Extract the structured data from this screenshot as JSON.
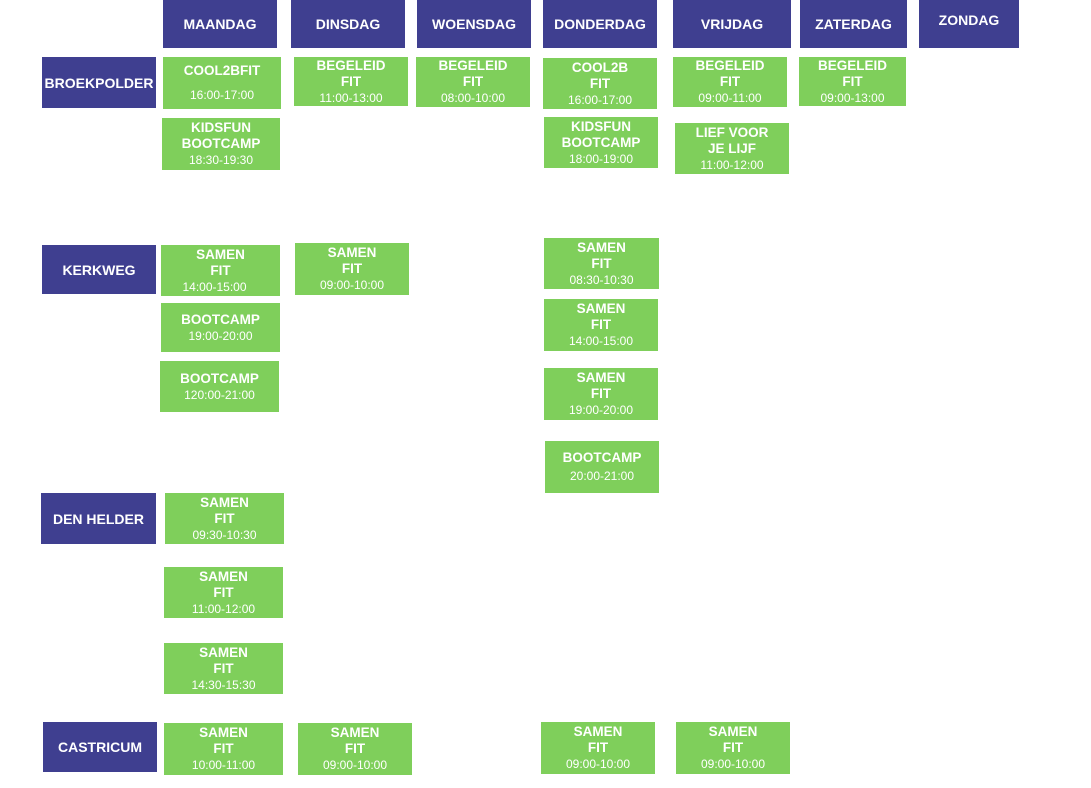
{
  "days": [
    "MAANDAG",
    "DINSDAG",
    "WOENSDAG",
    "DONDERDAG",
    "VRIJDAG",
    "ZATERDAG",
    "ZONDAG"
  ],
  "locations": [
    "BROEKPOLDER",
    "KERKWEG",
    "DEN HELDER",
    "CASTRICUM"
  ],
  "classes": [
    {
      "title": [
        "COOL2BFIT"
      ],
      "time": "16:00-17:00"
    },
    {
      "title": [
        "KIDSFUN",
        "BOOTCAMP"
      ],
      "time": "18:30-19:30"
    },
    {
      "title": [
        "BEGELEID",
        "FIT"
      ],
      "time": "11:00-13:00"
    },
    {
      "title": [
        "BEGELEID",
        "FIT"
      ],
      "time": "08:00-10:00"
    },
    {
      "title": [
        "COOL2B",
        "FIT"
      ],
      "time": "16:00-17:00"
    },
    {
      "title": [
        "KIDSFUN",
        "BOOTCAMP"
      ],
      "time": "18:00-19:00"
    },
    {
      "title": [
        "BEGELEID",
        "FIT"
      ],
      "time": "09:00-11:00"
    },
    {
      "title": [
        "LIEF VOOR",
        "JE LIJF"
      ],
      "time": "11:00-12:00"
    },
    {
      "title": [
        "BEGELEID",
        "FIT"
      ],
      "time": "09:00-13:00"
    },
    {
      "title": [
        "SAMEN",
        "FIT"
      ],
      "time": "14:00-15:00"
    },
    {
      "title": [
        "BOOTCAMP"
      ],
      "time": "19:00-20:00"
    },
    {
      "title": [
        "BOOTCAMP"
      ],
      "time": "120:00-21:00"
    },
    {
      "title": [
        "SAMEN",
        "FIT"
      ],
      "time": "09:00-10:00"
    },
    {
      "title": [
        "SAMEN",
        "FIT"
      ],
      "time": "08:30-10:30"
    },
    {
      "title": [
        "SAMEN",
        "FIT"
      ],
      "time": "14:00-15:00"
    },
    {
      "title": [
        "SAMEN",
        "FIT"
      ],
      "time": "19:00-20:00"
    },
    {
      "title": [
        "BOOTCAMP"
      ],
      "time": "20:00-21:00"
    },
    {
      "title": [
        "SAMEN",
        "FIT"
      ],
      "time": "09:30-10:30"
    },
    {
      "title": [
        "SAMEN",
        "FIT"
      ],
      "time": "11:00-12:00"
    },
    {
      "title": [
        "SAMEN",
        "FIT"
      ],
      "time": "14:30-15:30"
    },
    {
      "title": [
        "SAMEN",
        "FIT"
      ],
      "time": "10:00-11:00"
    },
    {
      "title": [
        "SAMEN",
        "FIT"
      ],
      "time": "09:00-10:00"
    },
    {
      "title": [
        "SAMEN",
        "FIT"
      ],
      "time": "09:00-10:00"
    },
    {
      "title": [
        "SAMEN",
        "FIT"
      ],
      "time": "09:00-10:00"
    }
  ]
}
